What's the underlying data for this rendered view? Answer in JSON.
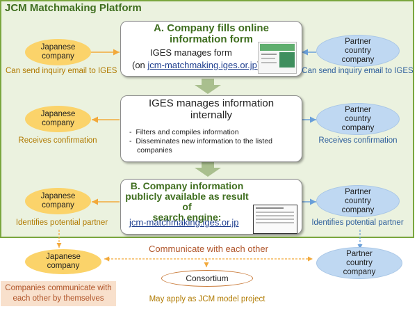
{
  "platform": {
    "title": "JCM Matchmaking Platform"
  },
  "step_a": {
    "title_line1": "A. Company fills online",
    "title_line2": "information form",
    "line1": "IGES manages form",
    "line2_prefix": "(on ",
    "link": "jcm-matchmaking.iges.or.jp",
    "line2_suffix": ")"
  },
  "step_mid": {
    "title_line1": "IGES manages information",
    "title_line2": "internally",
    "bullets": [
      "Filters and compiles information",
      "Disseminates new information to the listed",
      "companies"
    ]
  },
  "step_b": {
    "title_line1": "B. Company information",
    "title_line2": "publicly available as result of",
    "title_line3": "search engine:",
    "link": "jcm-matchmaking.iges.or.jp"
  },
  "row1": {
    "japanese": {
      "line1": "Japanese",
      "line2": "company"
    },
    "partner": {
      "line1": "Partner",
      "line2": "country",
      "line3": "company"
    },
    "caption_left": "Can send inquiry email to IGES",
    "caption_right": "Can send inquiry email to IGES"
  },
  "row2": {
    "japanese": {
      "line1": "Japanese",
      "line2": "company"
    },
    "partner": {
      "line1": "Partner",
      "line2": "country",
      "line3": "company"
    },
    "caption_left": "Receives confirmation",
    "caption_right": "Receives confirmation"
  },
  "row3": {
    "japanese": {
      "line1": "Japanese",
      "line2": "company"
    },
    "partner": {
      "line1": "Partner",
      "line2": "country",
      "line3": "company"
    },
    "caption_left": "Identifies potential partner",
    "caption_right": "Identifies potential partner"
  },
  "bottom": {
    "japanese": {
      "line1": "Japanese",
      "line2": "company"
    },
    "partner": {
      "line1": "Partner",
      "line2": "country",
      "line3": "company"
    },
    "communicate": "Communicate with each other",
    "consortium": "Consortium",
    "note_line1": "Companies communicate with",
    "note_line2": "each other by themselves",
    "apply": "May apply as JCM model project"
  },
  "colors": {
    "platform_border": "#7aa63e",
    "platform_fill": "#ebf2df",
    "title_green": "#3f6e1f",
    "japanese_fill": "#fbd36a",
    "partner_fill": "#bfd8f2",
    "orange_arrow": "#f2a93b",
    "blue_arrow": "#6a9fd8",
    "gray_arrow": "#a9bf8e",
    "communicate_text": "#b0552a",
    "note_fill": "#f8e0cc"
  }
}
